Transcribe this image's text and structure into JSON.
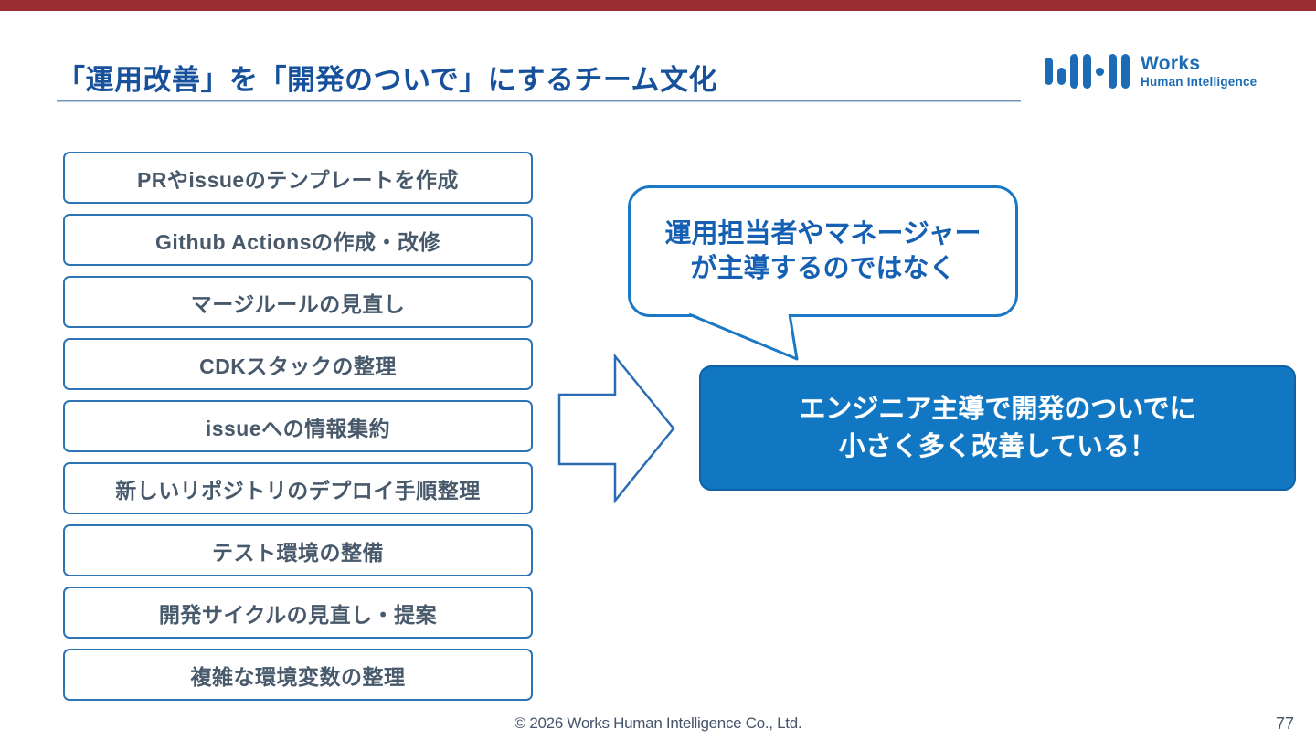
{
  "header": {
    "title": "「運用改善」を「開発のついで」にするチーム文化",
    "logo": {
      "line1": "Works",
      "line2": "Human Intelligence"
    }
  },
  "task_boxes": [
    "PRやissueのテンプレートを作成",
    "Github Actionsの作成・改修",
    "マージルールの見直し",
    "CDKスタックの整理",
    "issueへの情報集約",
    "新しいリポジトリのデプロイ手順整理",
    "テスト環境の整備",
    "開発サイクルの見直し・提案",
    "複雑な環境変数の整理"
  ],
  "speech_bubble": {
    "line1": "運用担当者やマネージャー",
    "line2": "が主導するのではなく"
  },
  "result_box": {
    "line1": "エンジニア主導で開発のついでに",
    "line2": "小さく多く改善している！"
  },
  "footer": {
    "copyright": "© 2026 Works Human Intelligence Co., Ltd.",
    "page_number": "77"
  },
  "colors": {
    "top_bar": "#9b2c31",
    "title_navy": "#17519c",
    "box_border_blue": "#2e74b5",
    "box_text_slate": "#47596b",
    "bubble_blue": "#1b78c5",
    "bubble_text_blue": "#1560b2",
    "result_fill_blue": "#1177c2",
    "logo_blue": "#1b6cb5",
    "footer_gray": "#44546a"
  }
}
